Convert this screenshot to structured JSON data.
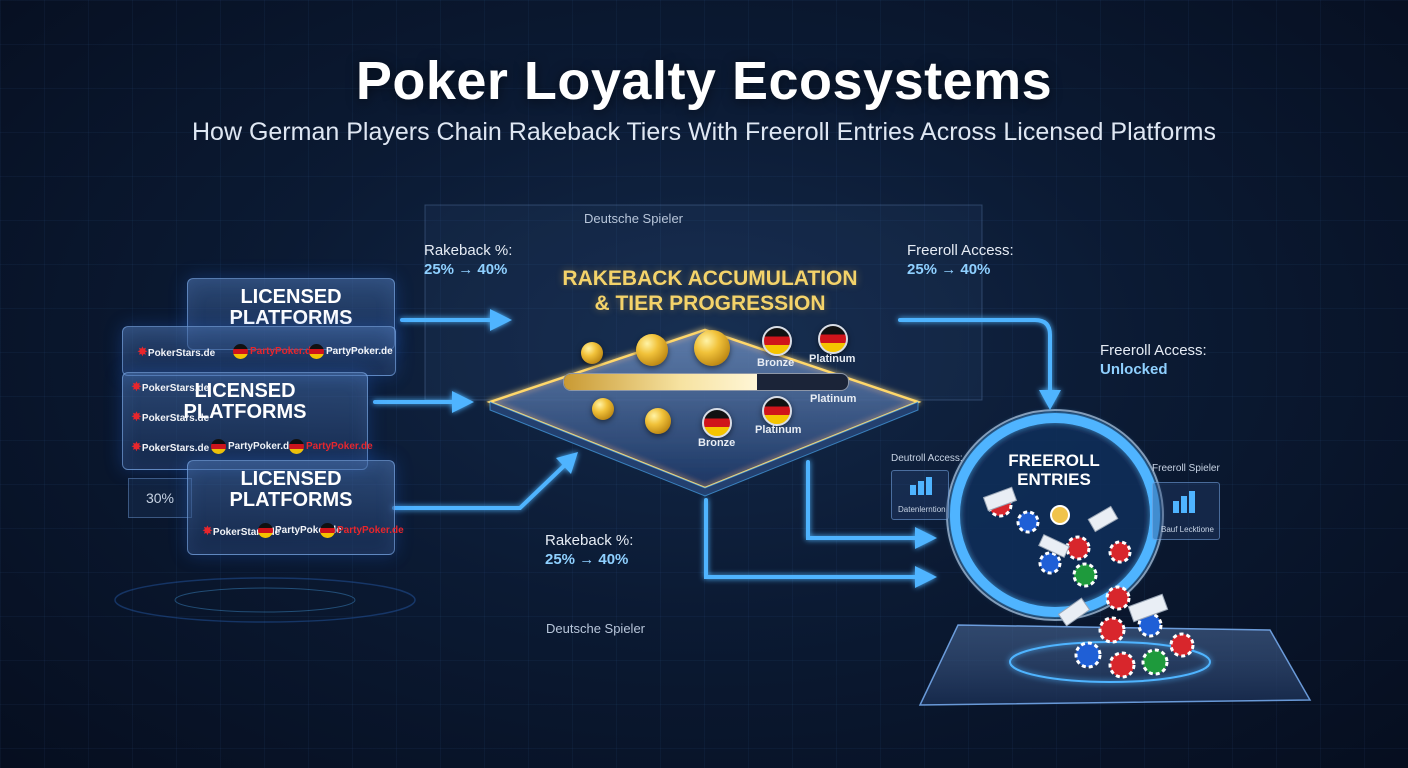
{
  "header": {
    "title": "Poker Loyalty Ecosystems",
    "subtitle": "How German Players Chain Rakeback Tiers With Freeroll Entries Across Licensed Platforms"
  },
  "platforms": {
    "title": "LICENSED\nPLATFORMS",
    "panels": [
      {
        "title_line1": "LICENSED",
        "title_line2": "PLATFORMS",
        "logos": [
          "PokerStars.de",
          "PartyPoker.de",
          "PartyPoker.de"
        ]
      },
      {
        "title_line1": "LICENSED",
        "title_line2": "PLATFORMS",
        "logos": [
          "PokerStars.de",
          "PokerStars.de",
          "PokerStars.de",
          "PartyPoker.de",
          "PartyPoker.de"
        ]
      },
      {
        "title_line1": "LICENSED",
        "title_line2": "PLATFORMS",
        "logos": [
          "PokerStars.de",
          "PartyPoker.de",
          "PartyPoker.de"
        ]
      }
    ],
    "side_value": "30%"
  },
  "labels": {
    "rakeback_top_caption": "Rakeback %:",
    "rakeback_top_value": "25% → 40%",
    "rakeback_bottom_caption": "Rakeback %:",
    "rakeback_bottom_value": "25% → 40%",
    "freeroll_access_caption": "Freeroll Access:",
    "freeroll_access_value": "25% → 40%",
    "freeroll_unlocked_caption": "Freeroll Access:",
    "freeroll_unlocked_value": "Unlocked",
    "deutsche_top": "Deutsche Spieler",
    "deutsche_bottom": "Deutsche Spieler"
  },
  "tier": {
    "title_line1": "RAKEBACK ACCUMULATION",
    "title_line2": "& TIER PROGRESSION",
    "progress_fraction": 0.68,
    "medals_top": [
      "Bronze",
      "Platinum"
    ],
    "progress_end_label": "Platinum",
    "medals_bottom": [
      "Bronze",
      "Platinum"
    ]
  },
  "freeroll": {
    "title_line1": "FREEROLL",
    "title_line2": "ENTRIES",
    "left_card_label": "Deutroll Access:",
    "left_card_sub": "Datenlerntion",
    "right_card_label": "Freeroll Spieler",
    "right_card_sub": "Bauf Lecktione"
  },
  "colors": {
    "accent_blue": "#4fb4ff",
    "gold": "#f4d36a",
    "background": "#0b1a33"
  }
}
